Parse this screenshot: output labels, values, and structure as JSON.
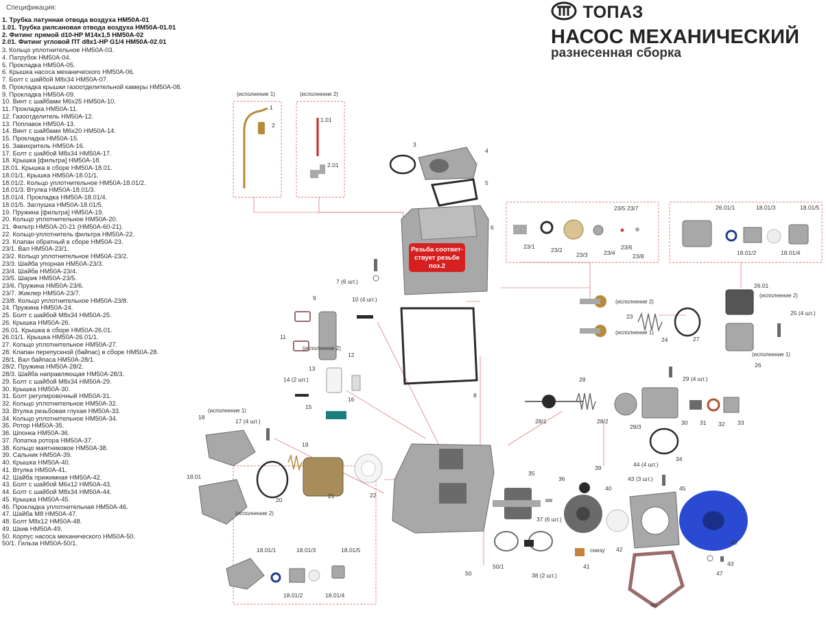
{
  "brand": {
    "name": "ТОПАЗ",
    "logo_icon": "topaz-logo-icon"
  },
  "header": {
    "title": "НАСОС МЕХАНИЧЕСКИЙ",
    "subtitle": "разнесенная сборка"
  },
  "spec": {
    "title": "Спецификация:",
    "items": [
      "1. Трубка латунная отвода воздуха НМ50А-01",
      "1.01. Трубка рилсановая отвода воздуха НМ50А-01.01",
      "2. Фитинг прямой d10-HP M14x1,5 НМ50А-02",
      "2.01. Фитинг угловой ПТ d8x1-HP G1/4 НМ50А-02.01",
      "3. Кольцо уплотнительное НМ50А-03.",
      "4. Патрубок НМ50А-04.",
      "5. Прокладка НМ50А-05.",
      "6. Крышка насоса механического НМ50А-06.",
      "7. Болт с шайбой М8х34 НМ50А-07.",
      "8. Прокладка крышки газоотделительной камеры НМ50А-08.",
      "9. Прокладка НМ50А-09.",
      "10. Винт с шайбами М6х25 НМ50А-10.",
      "11. Прокладка НМ50А-11.",
      "12. Газоотделитель НМ50А-12.",
      "13. Поплавок НМ50А-13.",
      "14. Винт с шайбами М6х20 НМ50А-14.",
      "15. Прокладка НМ50А-15.",
      "16. Завихритель НМ50А-16.",
      "17. Болт с шайбой М8х34 НМ50А-17.",
      "18. Крышка [фильтра] НМ50А-18.",
      "18.01. Крышка в сборе НМ50А-18.01.",
      "18.01/1. Крышка НМ50А-18.01/1.",
      "18.01/2. Кольцо уплотнительное НМ50А-18.01/2.",
      "18.01/3. Втулка НМ50А-18.01/3.",
      "18.01/4. Прокладка НМ50А-18.01/4.",
      "18.01/5. Заглушка НМ50А-18.01/5.",
      "19. Пружина [фильтра] НМ50А-19.",
      "20. Кольцо уплотнительное НМ50А-20.",
      "21. Фильтр НМ50А-20-21 (НМ50А-60-21).",
      "22. Кольцо-уплотнитель фильтра НМ50А-22.",
      "23. Клапан обратный в сборе НМ50А-23.",
      "23/1. Вал НМ50А-23/1.",
      "23/2. Кольцо уплотнительное НМ50А-23/2.",
      "23/3. Шайба упорная НМ50А-23/3.",
      "23/4. Шайба НМ50А-23/4.",
      "23/5. Шарик НМ50А-23/5.",
      "23/6. Пружина НМ50А-23/6.",
      "23/7. Жиклер НМ50А-23/7.",
      "23/8. Кольцо уплотнительное НМ50А-23/8.",
      "24. Пружина НМ50А-24.",
      "25. Болт с шайбой М8х34 НМ50А-25.",
      "26. Крышка НМ50А-26.",
      "26.01. Крышка в сборе НМ50А-26.01.",
      "26.01/1. Крышка НМ50А-26.01/1.",
      "27. Кольцо уплотнительное НМ50А-27.",
      "28. Клапан перепускной (байпас) в сборе НМ50А-28.",
      "28/1. Вал байпаса НМ50А-28/1.",
      "28/2. Пружина НМ50А-28/2.",
      "28/3. Шайба направляющая НМ50А-28/3.",
      "29. Болт с шайбой М8х34 НМ50А-29.",
      "30. Крышка НМ50А-30.",
      "31. Болт регулировочный НМ50А-31.",
      "32. Кольцо уплотнительное НМ50А-32.",
      "33. Втулка резьбовая глухая НМ50А-33.",
      "34. Кольцо уплотнительное НМ50А-34.",
      "35. Ротор НМ50А-35.",
      "36. Шпонка НМ50А-36.",
      "37. Лопатка ротора НМ50А-37.",
      "38. Кольцо маятниковое НМ50А-38.",
      "39. Сальник НМ50А-39.",
      "40. Крышка НМ50А-40.",
      "41. Втулка НМ50А-41.",
      "42. Шайба прижимная НМ50А-42.",
      "43. Болт с шайбой М6х12 НМ50А-43.",
      "44. Болт с шайбой М8х34 НМ50А-44.",
      "45. Крышка НМ50А-45.",
      "46. Прокладка уплотнительная НМ50А-46.",
      "47. Шайба М8 НМ50А-47.",
      "48. Болт М8х12 НМ50А-48.",
      "49. Шкив НМ50А-49.",
      "50. Корпус насоса механического НМ50А-50.",
      "50/1. Гильза НМ50А-50/1."
    ]
  },
  "diagram": {
    "labels": [
      "(исполнение 1)",
      "(исполнение 2)",
      "1",
      "2",
      "1.01",
      "2.01",
      "3",
      "4",
      "5",
      "6",
      "7 (6 шт.)",
      "8",
      "9",
      "10 (4 шт.)",
      "11",
      "(исполнение 2)",
      "12",
      "13",
      "14 (2 шт.)",
      "15",
      "16",
      "17 (4 шт.)",
      "18",
      "(исполнение 1)",
      "18.01",
      "(исполнение 2)",
      "19",
      "20",
      "21",
      "22",
      "23/1",
      "23/2",
      "23/3",
      "23/4",
      "23/5",
      "23/7",
      "23/6",
      "23/8",
      "23",
      "(исполнение 2)",
      "(исполнение 1)",
      "24",
      "25 (4 шт.)",
      "26.01",
      "(исполнение 2)",
      "26",
      "(исполнение 1)",
      "26.01/1",
      "18.01/3",
      "18.01/5",
      "18.01/2",
      "18.01/4",
      "27",
      "28",
      "28/1",
      "28/2",
      "28/3",
      "29 (4 шт.)",
      "30",
      "31",
      "32",
      "33",
      "34",
      "35",
      "36",
      "37 (6 шт.)",
      "38 (2 шт.)",
      "39",
      "40",
      "41",
      "снизу",
      "42",
      "43 (3 шт.)",
      "44 (4 шт.)",
      "45",
      "46",
      "47",
      "43",
      "49",
      "50",
      "50/1",
      "18.01/1",
      "18.01/3",
      "18.01/5",
      "18.01/2",
      "18.01/4"
    ],
    "note": [
      "Резьба соответ-",
      "ствует резьбе",
      "поз.2"
    ],
    "colors": {
      "metal": "#a8a8a8",
      "metal_dark": "#6a6a6a",
      "rubber": "#2a2a2a",
      "leader_red": "#d24b4b",
      "pulley_blue": "#2a4bd1",
      "gasket": "#9a6b6b",
      "brass": "#b58a3a",
      "note_bg": "#d62020"
    }
  }
}
